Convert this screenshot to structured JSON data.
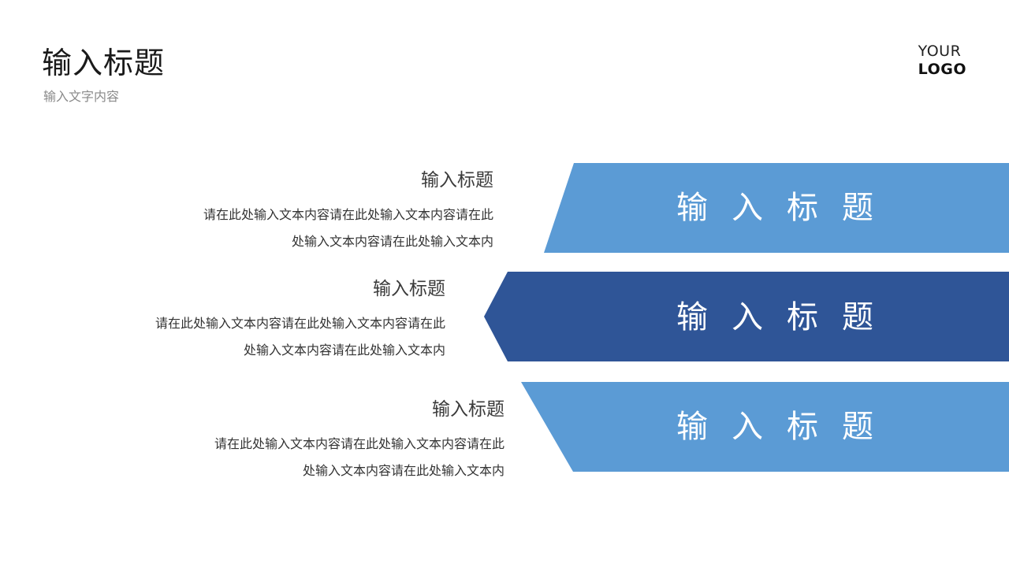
{
  "slide": {
    "title": "输入标题",
    "subtitle": "输入文字内容"
  },
  "logo": {
    "line1": "YOUR",
    "line2": "LOGO"
  },
  "items": [
    {
      "heading": "输入标题",
      "body_line1": "请在此处输入文本内容请在此处输入文本内容请在此",
      "body_line2": "处输入文本内容请在此处输入文本内",
      "band_label": "输入标题",
      "band_color": "#5b9bd5"
    },
    {
      "heading": "输入标题",
      "body_line1": "请在此处输入文本内容请在此处输入文本内容请在此",
      "body_line2": "处输入文本内容请在此处输入文本内",
      "band_label": "输入标题",
      "band_color": "#2f5597"
    },
    {
      "heading": "输入标题",
      "body_line1": "请在此处输入文本内容请在此处输入文本内容请在此",
      "body_line2": "处输入文本内容请在此处输入文本内",
      "band_label": "输入标题",
      "band_color": "#5b9bd5"
    }
  ]
}
